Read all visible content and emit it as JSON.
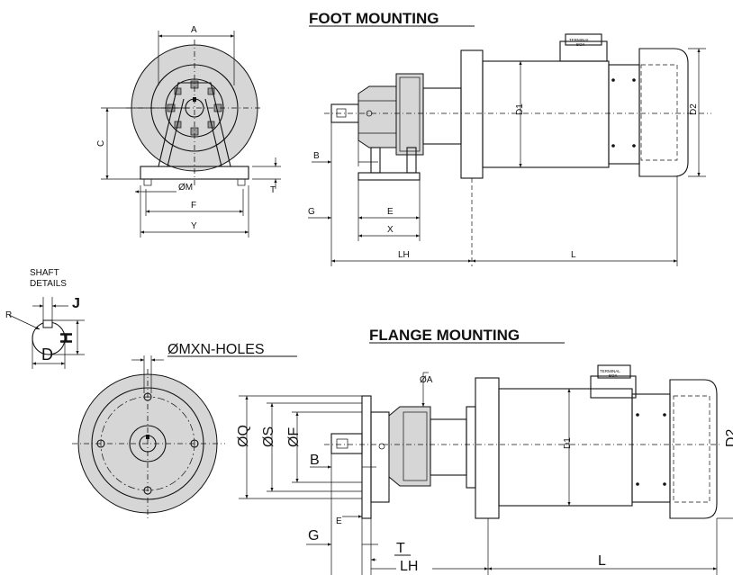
{
  "titles": {
    "foot": "FOOT MOUNTING",
    "flange": "FLANGE MOUNTING",
    "shaft": [
      "SHAFT",
      "DETAILS"
    ]
  },
  "foot_labels": {
    "A": "A",
    "C": "C",
    "M": "ØM",
    "F": "F",
    "Y": "Y",
    "T": "T",
    "B": "B",
    "G": "G",
    "E": "E",
    "X": "X",
    "D1": "D1",
    "D2": "D2",
    "LH": "LH",
    "L": "L",
    "box": [
      "TERMINAL",
      "BOX"
    ]
  },
  "shaft_labels": {
    "R": "R",
    "J": "J",
    "H": "H",
    "D": "D"
  },
  "flange_labels": {
    "holes": "ØMXN-HOLES",
    "A": "ØA",
    "Q": "ØQ",
    "S": "ØS",
    "F": "ØF",
    "B": "B",
    "E": "E",
    "G": "G",
    "T": "T",
    "LH": "LH",
    "L": "L",
    "D1": "D1",
    "D2": "D2",
    "box": [
      "TERMINAL",
      "BOX"
    ]
  }
}
